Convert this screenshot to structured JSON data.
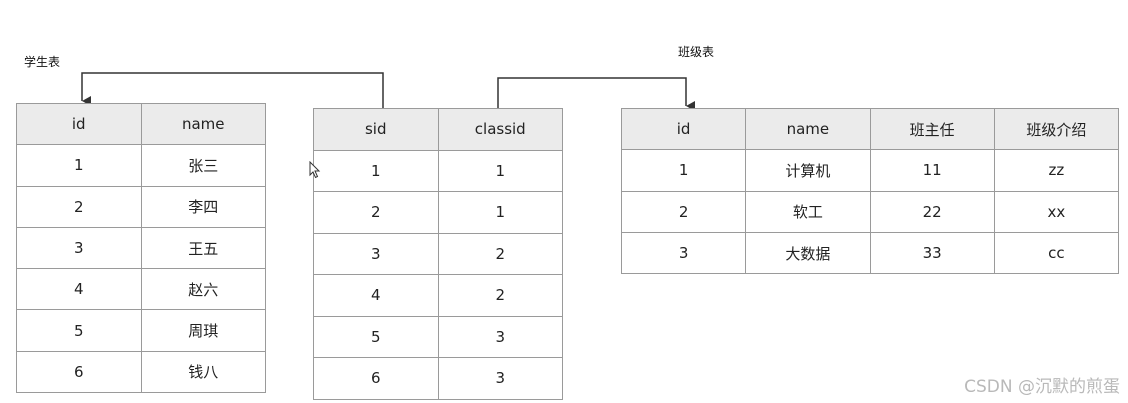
{
  "captions": {
    "student_table": "学生表",
    "class_table": "班级表"
  },
  "student_table": {
    "headers": [
      "id",
      "name"
    ],
    "rows": [
      [
        "1",
        "张三"
      ],
      [
        "2",
        "李四"
      ],
      [
        "3",
        "王五"
      ],
      [
        "4",
        "赵六"
      ],
      [
        "5",
        "周琪"
      ],
      [
        "6",
        "钱八"
      ]
    ]
  },
  "link_table": {
    "headers": [
      "sid",
      "classid"
    ],
    "rows": [
      [
        "1",
        "1"
      ],
      [
        "2",
        "1"
      ],
      [
        "3",
        "2"
      ],
      [
        "4",
        "2"
      ],
      [
        "5",
        "3"
      ],
      [
        "6",
        "3"
      ]
    ]
  },
  "class_table": {
    "headers": [
      "id",
      "name",
      "班主任",
      "班级介绍"
    ],
    "rows": [
      [
        "1",
        "计算机",
        "11",
        "zz"
      ],
      [
        "2",
        "软工",
        "22",
        "xx"
      ],
      [
        "3",
        "大数据",
        "33",
        "cc"
      ]
    ]
  },
  "watermark": "CSDN @沉默的煎蛋",
  "colors": {
    "header_bg": "#ebebeb",
    "border": "#9a9a9a",
    "connector": "#333333"
  }
}
